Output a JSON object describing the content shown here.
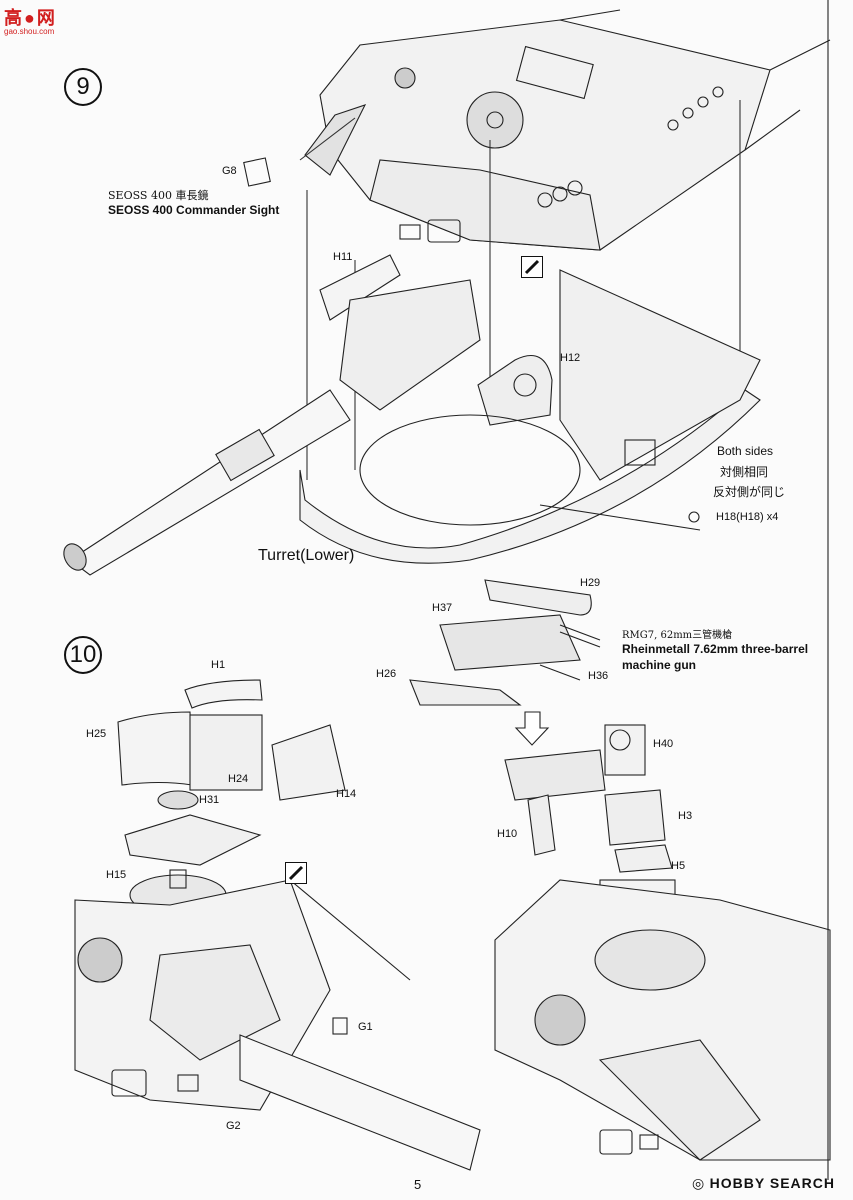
{
  "watermark_top": {
    "chars": "高",
    "text": "网",
    "sub": "gao.shou.com"
  },
  "watermark_bottom": {
    "brand": "HOBBY SEARCH",
    "mark": "◎"
  },
  "page_number": "5",
  "step9": {
    "number": "9",
    "caption_jp": "SEOSS 400 車長鏡",
    "caption_en": "SEOSS 400 Commander Sight",
    "parts": {
      "g8": "G8",
      "h11": "H11",
      "h12": "H12",
      "h18": "H18(H18) x4"
    },
    "both_sides": {
      "en": "Both sides",
      "cn": "対側相同",
      "jp": "反対側が同じ"
    },
    "turret_label": "Turret(Lower)"
  },
  "step10": {
    "number": "10",
    "caption_jp": "RMG7, 62mm三管機槍",
    "caption_en_1": "Rheinmetall 7.62mm three-barrel",
    "caption_en_2": "machine gun",
    "parts": {
      "h1": "H1",
      "h25": "H25",
      "h24": "H24",
      "h14": "H14",
      "h31": "H31",
      "h15": "H15",
      "g1": "G1",
      "g2": "G2",
      "h29": "H29",
      "h37": "H37",
      "h26": "H26",
      "h36": "H36",
      "h40": "H40",
      "h3": "H3",
      "h5": "H5",
      "h10": "H10"
    }
  }
}
